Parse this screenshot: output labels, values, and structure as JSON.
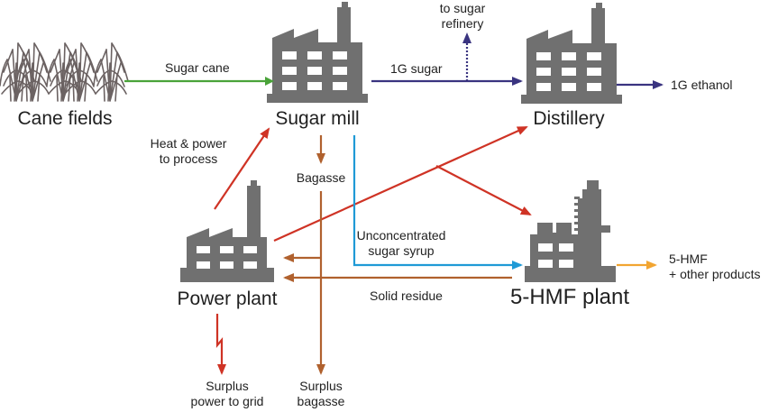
{
  "nodes": {
    "cane_fields": "Cane fields",
    "sugar_mill": "Sugar mill",
    "distillery": "Distillery",
    "power_plant": "Power plant",
    "hmf_plant": "5-HMF plant"
  },
  "flows": {
    "sugar_cane": "Sugar cane",
    "first_gen_sugar": "1G sugar",
    "to_refinery_line1": "to sugar",
    "to_refinery_line2": "refinery",
    "first_gen_ethanol": "1G ethanol",
    "heat_power_line1": "Heat & power",
    "heat_power_line2": "to process",
    "bagasse": "Bagasse",
    "syrup_line1": "Unconcentrated",
    "syrup_line2": "sugar syrup",
    "solid_residue": "Solid residue",
    "hmf_out_line1": "5-HMF",
    "hmf_out_line2": "+ other products",
    "surplus_power_line1": "Surplus",
    "surplus_power_line2": "power to grid",
    "surplus_bagasse_line1": "Surplus",
    "surplus_bagasse_line2": "bagasse"
  },
  "colors": {
    "factory_gray": "#707070",
    "cane_gray": "#6b6262",
    "green": "#4aa33a",
    "navy": "#3a3480",
    "red": "#cf3325",
    "brown": "#b0612e",
    "blue": "#1f9ad6",
    "orange": "#f2a531"
  }
}
